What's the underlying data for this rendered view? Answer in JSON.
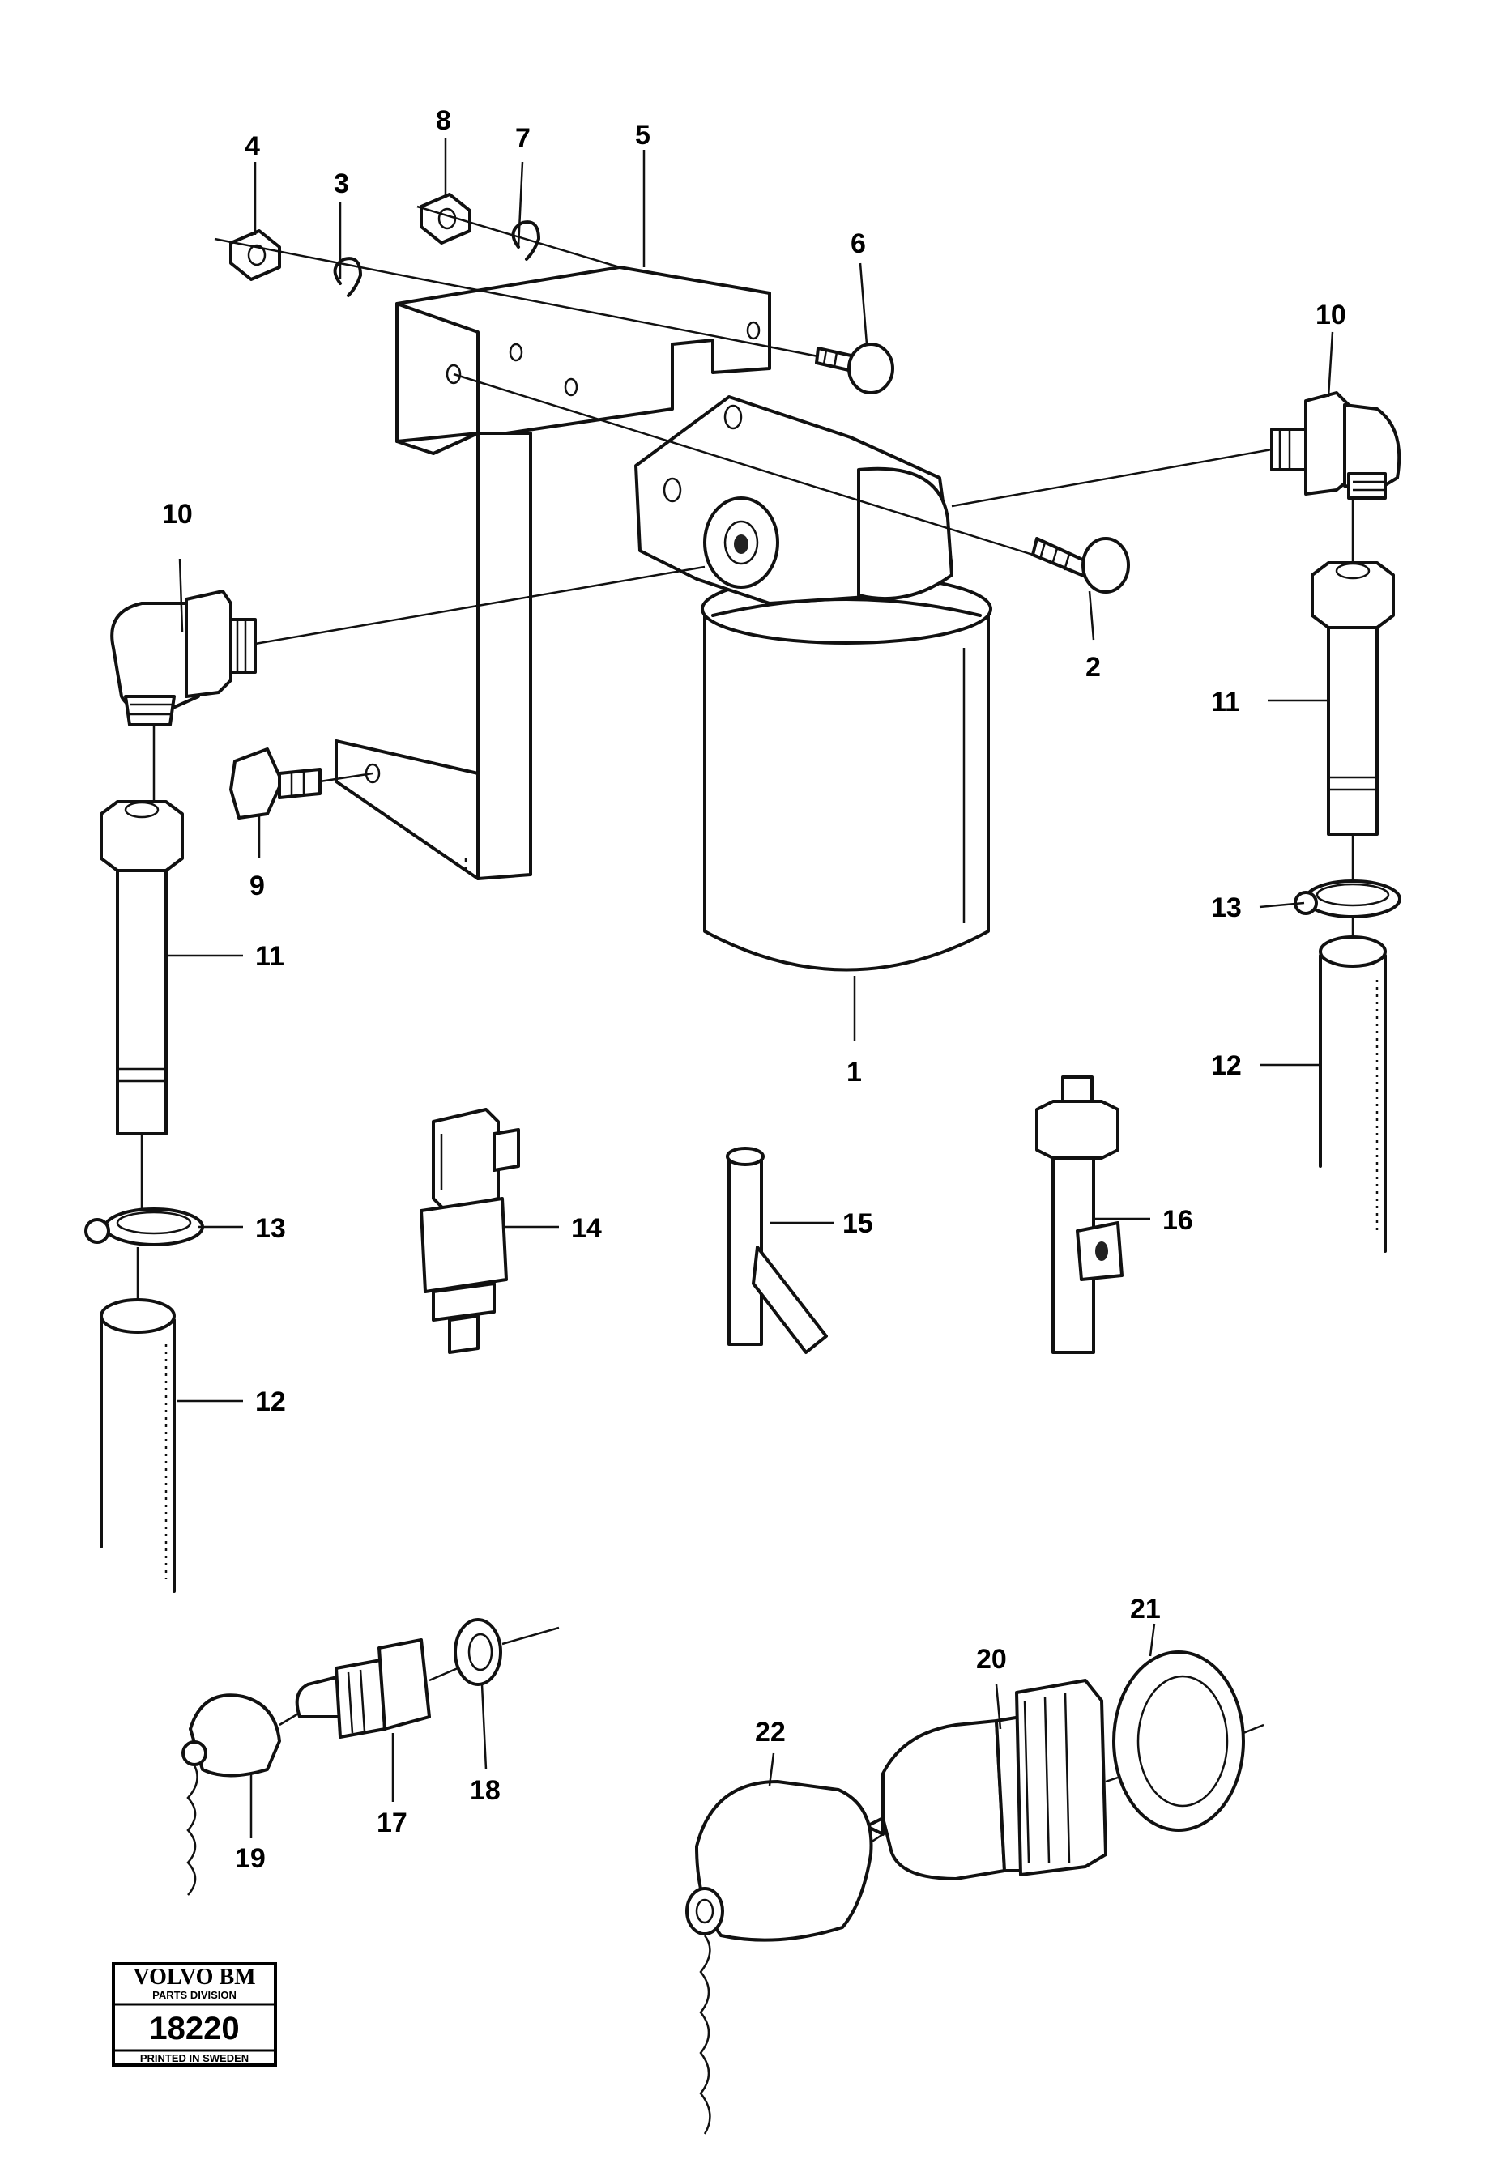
{
  "labels": {
    "l1": "1",
    "l2": "2",
    "l3": "3",
    "l4": "4",
    "l5": "5",
    "l6": "6",
    "l7": "7",
    "l8": "8",
    "l9": "9",
    "l10a": "10",
    "l10b": "10",
    "l11a": "11",
    "l11b": "11",
    "l12a": "12",
    "l12b": "12",
    "l13a": "13",
    "l13b": "13",
    "l14": "14",
    "l15": "15",
    "l16": "16",
    "l17": "17",
    "l18": "18",
    "l19": "19",
    "l20": "20",
    "l21": "21",
    "l22": "22"
  },
  "badge": {
    "brand": "VOLVO BM",
    "division": "PARTS DIVISION",
    "number": "18220",
    "footer": "PRINTED IN SWEDEN"
  }
}
